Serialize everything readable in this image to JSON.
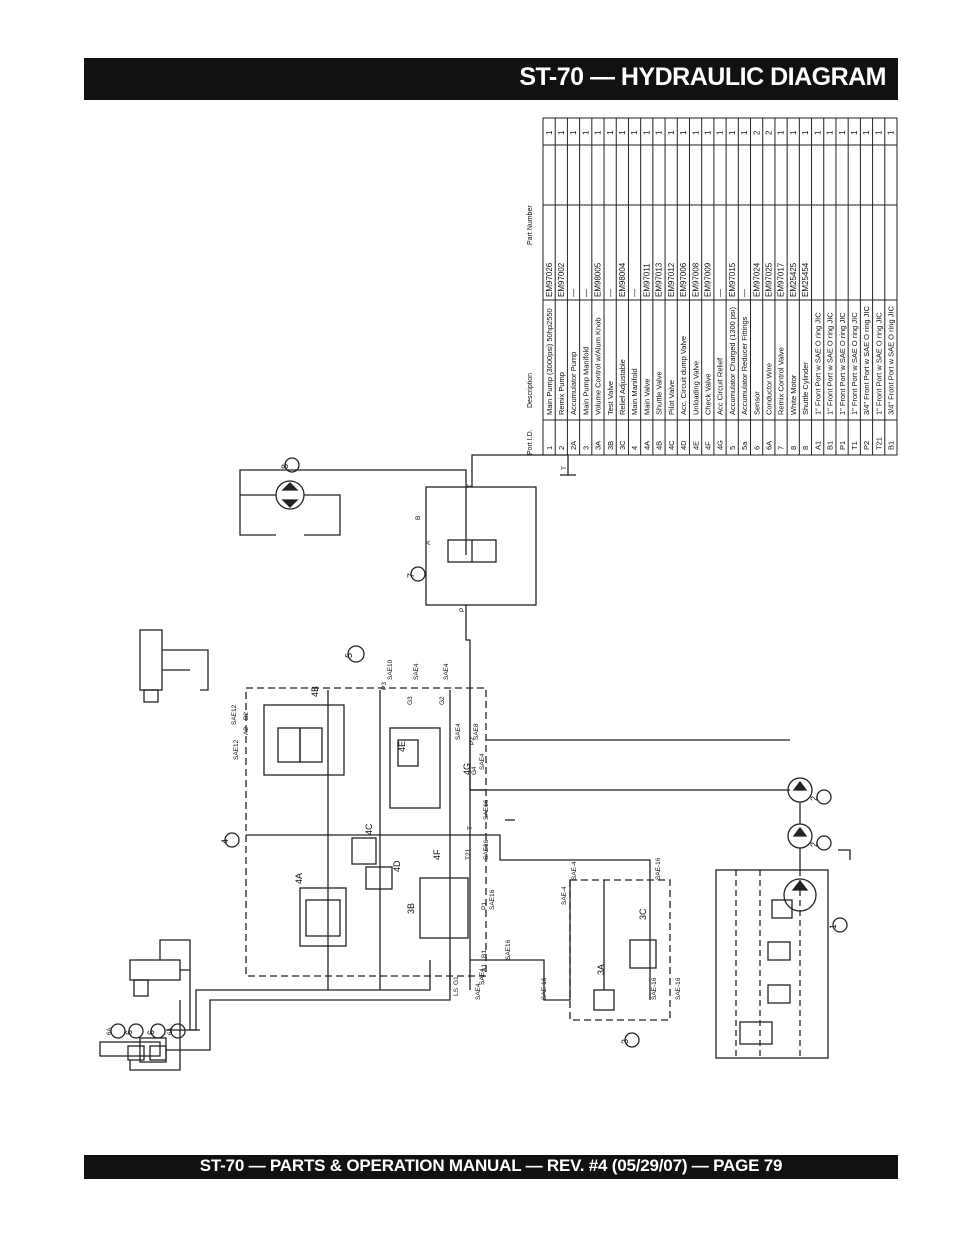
{
  "header": {
    "title": "ST-70 — HYDRAULIC DIAGRAM"
  },
  "footer": {
    "text": "ST-70 — PARTS & OPERATION MANUAL — REV. #4 (05/29/07) — PAGE 79"
  },
  "parts_table": {
    "headers": {
      "port": "Port I.D.",
      "description": "Description",
      "part_number": "Part Number"
    },
    "rows": [
      {
        "port": "1",
        "description": "Main Pump (3000psi) 50hp2550",
        "part_number": "EM97026",
        "qty": "1"
      },
      {
        "port": "2",
        "description": "Remix Pump",
        "part_number": "EM97002",
        "qty": "1"
      },
      {
        "port": "2A",
        "description": "Accumulator Pump",
        "part_number": "—",
        "qty": "1"
      },
      {
        "port": "3",
        "description": "Main Pump Manifold",
        "part_number": "—",
        "qty": "1"
      },
      {
        "port": "3A",
        "description": "Volume Control w/Alum Knob",
        "part_number": "EM98005",
        "qty": "1"
      },
      {
        "port": "3B",
        "description": "Test Valve",
        "part_number": "—",
        "qty": "1"
      },
      {
        "port": "3C",
        "description": "Relief Adjustable",
        "part_number": "EM98004",
        "qty": "1"
      },
      {
        "port": "4",
        "description": "Main Manifold",
        "part_number": "—",
        "qty": "1"
      },
      {
        "port": "4A",
        "description": "Main Valve",
        "part_number": "EM97011",
        "qty": "1"
      },
      {
        "port": "4B",
        "description": "Shuttle Valve",
        "part_number": "EM97013",
        "qty": "1"
      },
      {
        "port": "4C",
        "description": "Pilot Valve",
        "part_number": "EM97012",
        "qty": "1"
      },
      {
        "port": "4D",
        "description": "Acc. Circuit dump Valve",
        "part_number": "EM97006",
        "qty": "1"
      },
      {
        "port": "4E",
        "description": "Unloading Valve",
        "part_number": "EM97008",
        "qty": "1"
      },
      {
        "port": "4F",
        "description": "Check Valve",
        "part_number": "EM97009",
        "qty": "1"
      },
      {
        "port": "4G",
        "description": "Acc Circuit Relief",
        "part_number": "—",
        "qty": "1"
      },
      {
        "port": "5",
        "description": "Accumulator Charged (1300 psi)",
        "part_number": "EM97015",
        "qty": "1"
      },
      {
        "port": "5a",
        "description": "Accumulator Reducer Fittings",
        "part_number": "—",
        "qty": "1"
      },
      {
        "port": "6",
        "description": "Sensor",
        "part_number": "EM97024",
        "qty": "2"
      },
      {
        "port": "6A",
        "description": "Conductor Wire",
        "part_number": "EM97025",
        "qty": "2"
      },
      {
        "port": "7",
        "description": "Remix Control Valve",
        "part_number": "EM97017",
        "qty": "1"
      },
      {
        "port": "8",
        "description": "White Motor",
        "part_number": "EM25425",
        "qty": "1"
      },
      {
        "port": "8",
        "description": "Shuttle Cylinder",
        "part_number": "EM25454",
        "qty": "1"
      },
      {
        "port": "A1",
        "description": "1\" Front Port w SAE O ring JIC",
        "part_number": "",
        "qty": "1"
      },
      {
        "port": "B1",
        "description": "1\" Front Port w SAE O ring JIC",
        "part_number": "",
        "qty": "1"
      },
      {
        "port": "P1",
        "description": "1\" Front Port w SAE O ring JIC",
        "part_number": "",
        "qty": "1"
      },
      {
        "port": "T1",
        "description": "1\" Front Port w SAE O ring JIC",
        "part_number": "",
        "qty": "1"
      },
      {
        "port": "P2",
        "description": "3/4\" Front Port w SAE O ring JIC",
        "part_number": "",
        "qty": "1"
      },
      {
        "port": "T21",
        "description": "1\" Front Port w SAE O ring JIC",
        "part_number": "",
        "qty": "1"
      },
      {
        "port": "B1",
        "description": "3/4\" Front Port w SAE O ring JIC",
        "part_number": "",
        "qty": "1"
      }
    ]
  },
  "diagram": {
    "callouts": [
      "1",
      "2",
      "2",
      "3",
      "4",
      "5",
      "6",
      "6",
      "6A",
      "6A",
      "7",
      "8"
    ],
    "component_labels": [
      "4A",
      "4B",
      "4C",
      "4D",
      "4E",
      "4F",
      "4G",
      "3A",
      "3B",
      "3C"
    ],
    "port_labels": [
      "SAE12",
      "SAE12",
      "A2",
      "B2",
      "P3",
      "SAE10",
      "SAE4",
      "G3",
      "SAE4",
      "G2",
      "SAE4",
      "P2",
      "SAE8",
      "G4",
      "SAE4",
      "T",
      "SAE16",
      "T21",
      "SAE16",
      "P1",
      "SAE16",
      "G1",
      "SAE4",
      "LS",
      "SAE4",
      "A1",
      "B1",
      "SAE16",
      "SAE-16",
      "SAE-16",
      "SAE-16",
      "SAE-4",
      "SAE-4",
      "SAE-16",
      "A",
      "B",
      "P",
      "T",
      "T"
    ]
  }
}
